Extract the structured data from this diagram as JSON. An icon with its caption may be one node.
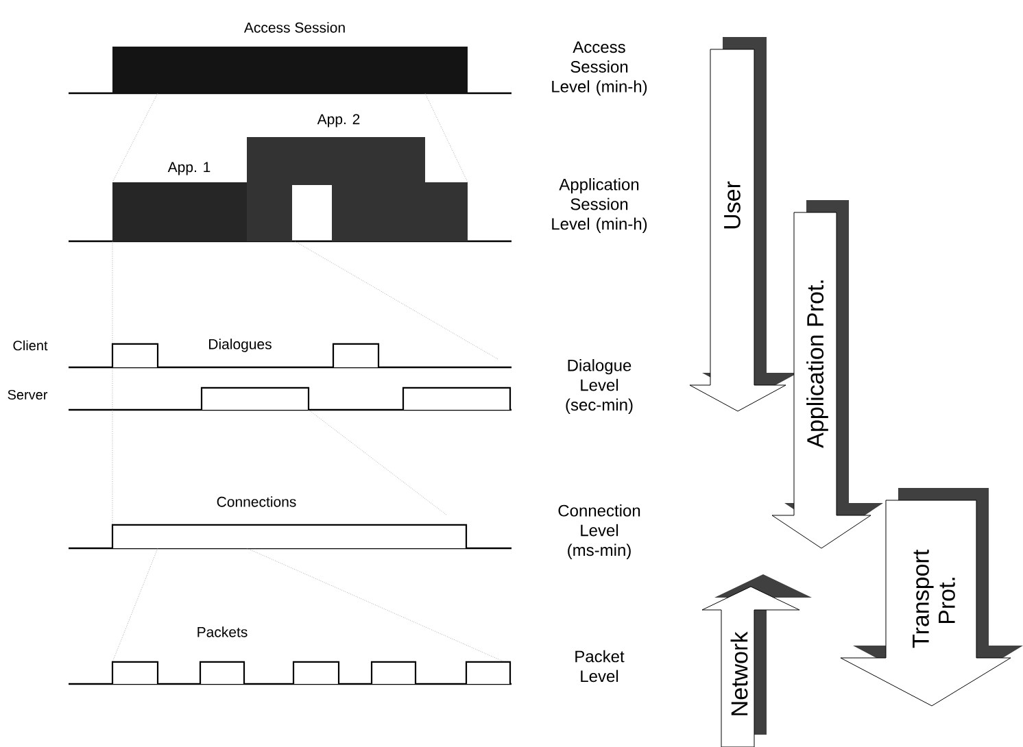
{
  "diagram": {
    "nodes": [
      {
        "text": [
          "User"
        ]
      },
      {
        "text": [
          "Application Prot."
        ]
      },
      {
        "text": [
          "Transport Prot."
        ]
      },
      {
        "text": [
          "Network"
        ]
      }
    ],
    "labels": [
      "Access Session",
      "Access Session Level (min-h)",
      "App. 2",
      "App. 1",
      "Application Session Level (min-h)",
      "Client",
      "Dialogues",
      "Dialogue Level (sec-min)",
      "Server",
      "Connections",
      "Connection Level (ms-min)",
      "Packets",
      "Packet Level"
    ]
  }
}
